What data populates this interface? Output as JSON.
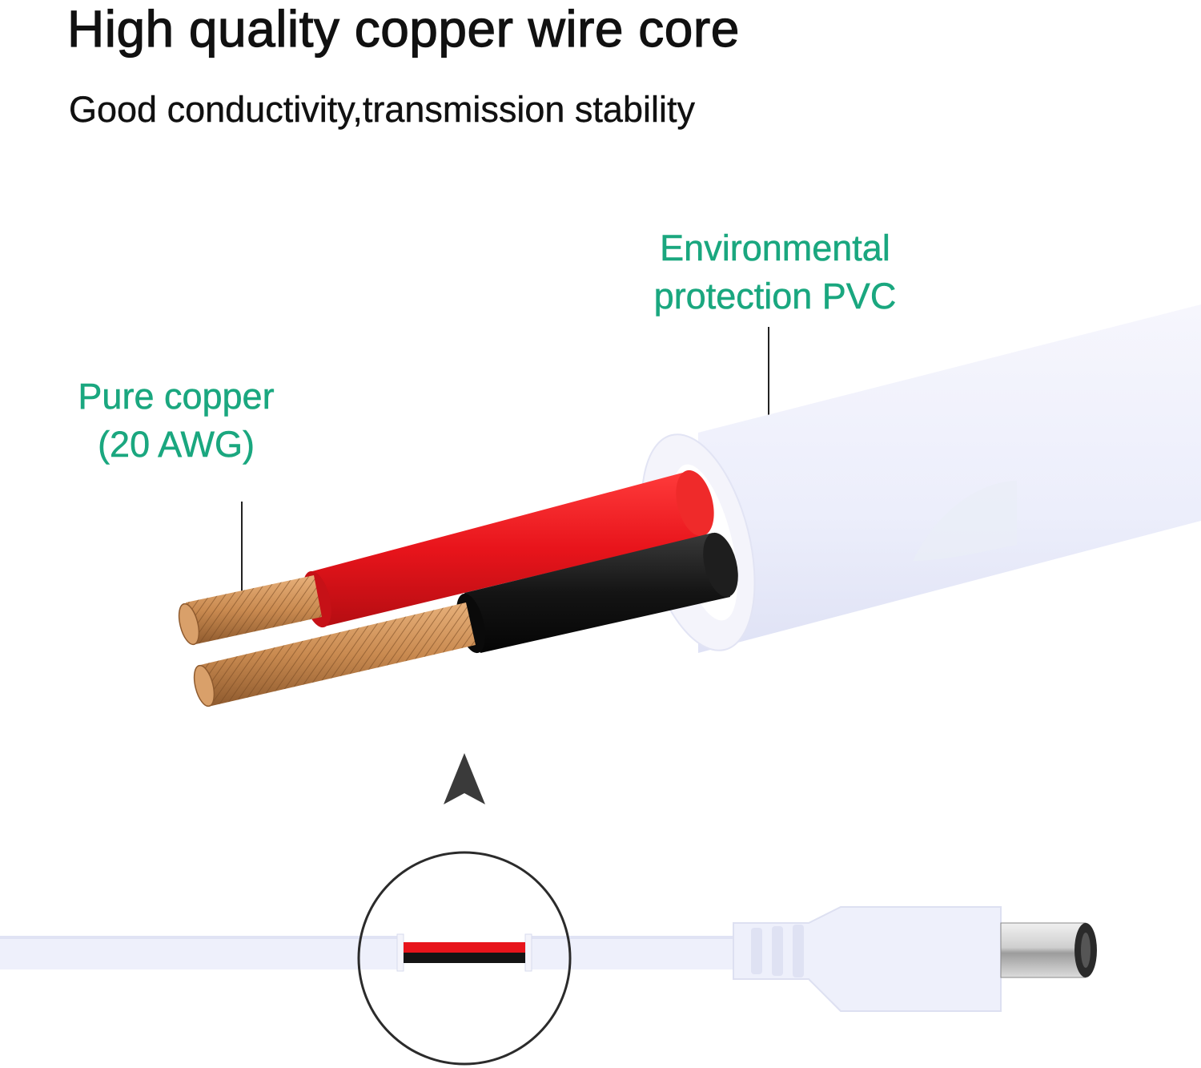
{
  "heading": {
    "title": "High quality copper wire core",
    "subtitle": "Good conductivity,transmission stability"
  },
  "callouts": {
    "pvc": {
      "line1": "Environmental",
      "line2": "protection PVC"
    },
    "copper": {
      "line1": "Pure copper",
      "line2": "(20 AWG)"
    }
  },
  "colors": {
    "accent": "#1aa77f",
    "jacket": "#eef0fb",
    "red_wire": "#e8141b",
    "black_wire": "#141414",
    "copper": "#c98a50",
    "arrow": "#3a3a3a"
  },
  "icons": {
    "indicator": "up-arrow-icon",
    "connector": "dc-plug-icon"
  }
}
